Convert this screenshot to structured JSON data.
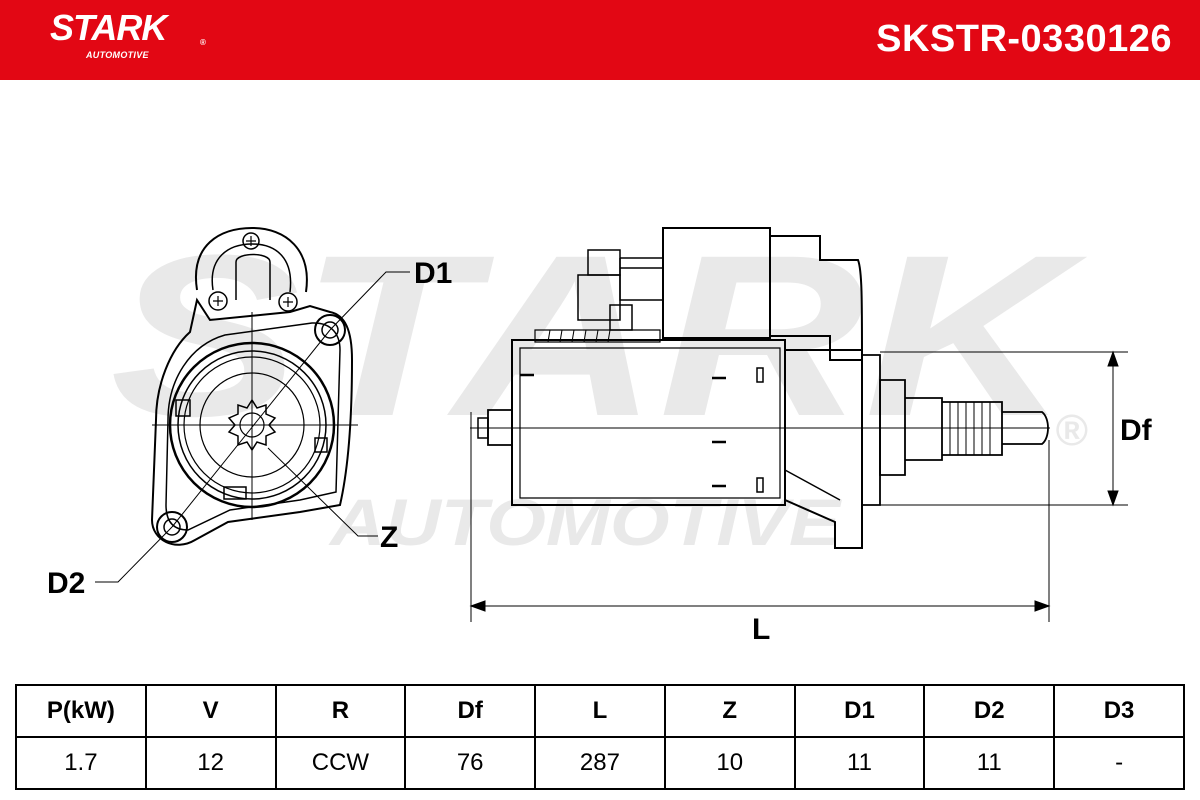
{
  "header": {
    "brand": "STARK",
    "brand_sub": "AUTOMOTIVE",
    "registered_mark": "®",
    "part_number": "SKSTR-0330126",
    "color": "#e20714"
  },
  "watermark": {
    "main": "STARK",
    "sub": "AUTOMOTIVE",
    "mark": "®"
  },
  "drawing": {
    "labels": {
      "d1": "D1",
      "d2": "D2",
      "z": "Z",
      "df": "Df",
      "l": "L"
    }
  },
  "specs": {
    "headers": [
      "P(kW)",
      "V",
      "R",
      "Df",
      "L",
      "Z",
      "D1",
      "D2",
      "D3"
    ],
    "values": [
      "1.7",
      "12",
      "CCW",
      "76",
      "287",
      "10",
      "11",
      "11",
      "-"
    ]
  }
}
